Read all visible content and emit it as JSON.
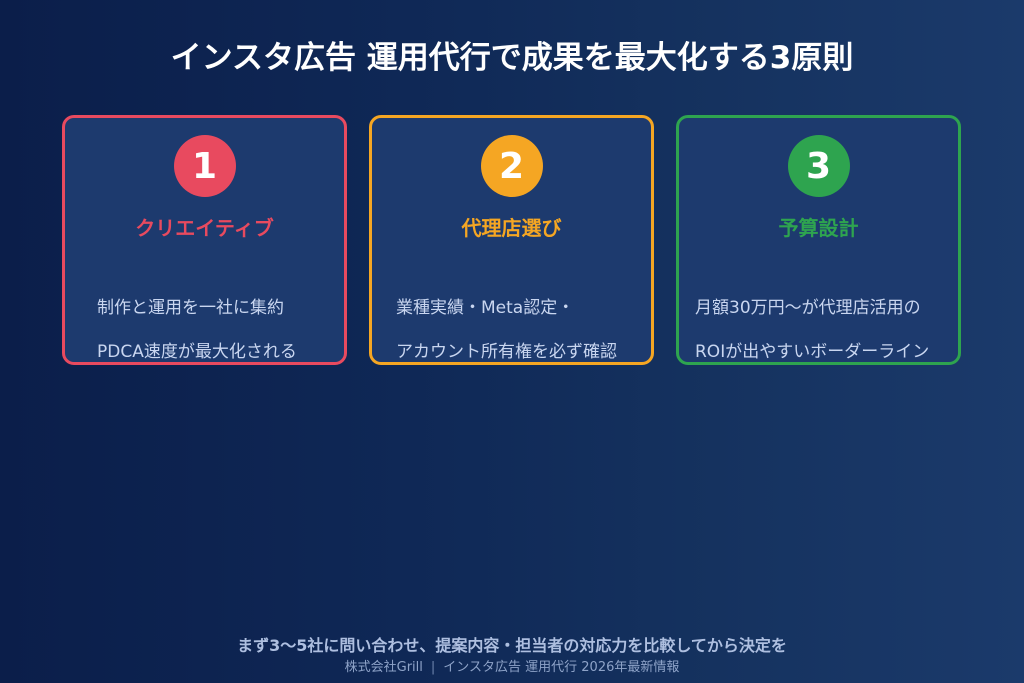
{
  "title": "インスタ広告 運用代行で成果を最大化する3原則",
  "cards": [
    {
      "number": "1",
      "heading": "クリエイティブ",
      "description_lines": [
        "制作と運用を一社に集約",
        "PDCA速度が最大化される"
      ],
      "accent_color": "#e84a5f"
    },
    {
      "number": "2",
      "heading": "代理店選び",
      "description_lines": [
        "業種実績・Meta認定・",
        "アカウント所有権を必ず確認"
      ],
      "accent_color": "#f5a623"
    },
    {
      "number": "3",
      "heading": "予算設計",
      "description_lines": [
        "月額30万円〜が代理店活用の",
        "ROIが出やすいボーダーライン"
      ],
      "accent_color": "#2ea44f"
    }
  ],
  "footer": {
    "main": "まず3〜5社に問い合わせ、提案内容・担当者の対応力を比較してから決定を",
    "company": "株式会社Grill",
    "separator": "|",
    "tagline": "インスタ広告 運用代行 2026年最新情報"
  },
  "colors": {
    "background_left": "#0b1e4a",
    "background_right": "#1b3a6b",
    "card_fill": "#1d3a6e",
    "description_text": "#c9d6f0"
  }
}
